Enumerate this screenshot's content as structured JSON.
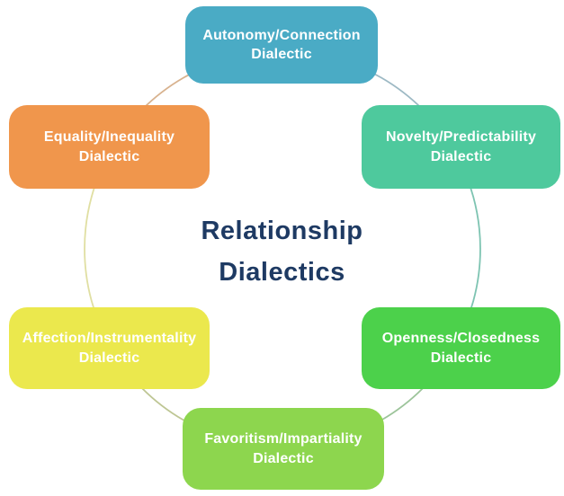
{
  "title": {
    "line1": "Relationship",
    "line2": "Dialectics",
    "color": "#1e3a63"
  },
  "nodes": [
    {
      "id": "autonomy-connection",
      "line1": "Autonomy/Connection",
      "line2": "Dialectic",
      "color": "#4aabc5",
      "position": "top"
    },
    {
      "id": "novelty-predictability",
      "line1": "Novelty/Predictability",
      "line2": "Dialectic",
      "color": "#4ec99d",
      "position": "top-right"
    },
    {
      "id": "openness-closedness",
      "line1": "Openness/Closedness",
      "line2": "Dialectic",
      "color": "#4cd14b",
      "position": "bottom-right"
    },
    {
      "id": "favoritism-impartiality",
      "line1": "Favoritism/Impartiality",
      "line2": "Dialectic",
      "color": "#8dd64e",
      "position": "bottom"
    },
    {
      "id": "affection-instrumentality",
      "line1": "Affection/Instrumentality",
      "line2": "Dialectic",
      "color": "#ebe84d",
      "position": "bottom-left"
    },
    {
      "id": "equality-inequality",
      "line1": "Equality/Inequality",
      "line2": "Dialectic",
      "color": "#f0964c",
      "position": "top-left"
    }
  ],
  "ring": {
    "segment_colors": [
      "#9db9c4",
      "#7ec4b2",
      "#9cc49a",
      "#bec694",
      "#e0dfa2",
      "#d8b28e"
    ],
    "stroke_width": "1.8"
  }
}
